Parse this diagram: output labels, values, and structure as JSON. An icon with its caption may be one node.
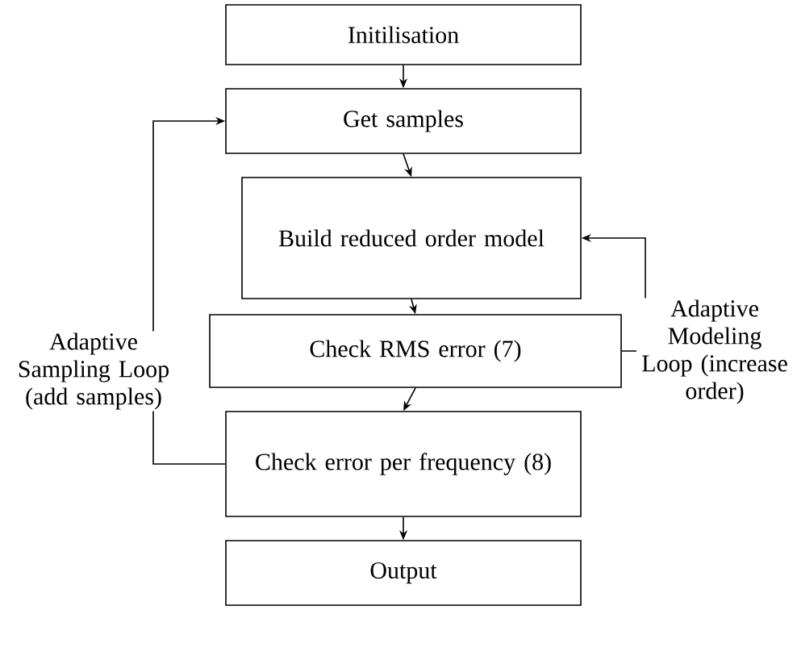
{
  "diagram": {
    "nodes": [
      {
        "text": [
          "Initilisation"
        ]
      },
      {
        "text": [
          "Get samples"
        ]
      },
      {
        "text": [
          "Build reduced order model"
        ]
      },
      {
        "text": [
          "Check RMS error (7)"
        ]
      },
      {
        "text": [
          "Check error per frequency (8)"
        ]
      },
      {
        "text": [
          "Output"
        ]
      }
    ],
    "edges": [
      {
        "from": 0,
        "to": 1,
        "arrow": "to"
      },
      {
        "from": 1,
        "to": 2,
        "arrow": "to"
      },
      {
        "from": 2,
        "to": 3,
        "arrow": "to"
      },
      {
        "from": 3,
        "to": 4,
        "arrow": "to"
      },
      {
        "from": 4,
        "to": 5,
        "arrow": "to"
      },
      {
        "from": 4,
        "to": 1,
        "arrow": "to",
        "label": "Adaptive Sampling Loop (add samples)"
      },
      {
        "from": 3,
        "to": 2,
        "arrow": "to",
        "label": "Adaptive Modeling Loop (increase order)"
      }
    ]
  }
}
